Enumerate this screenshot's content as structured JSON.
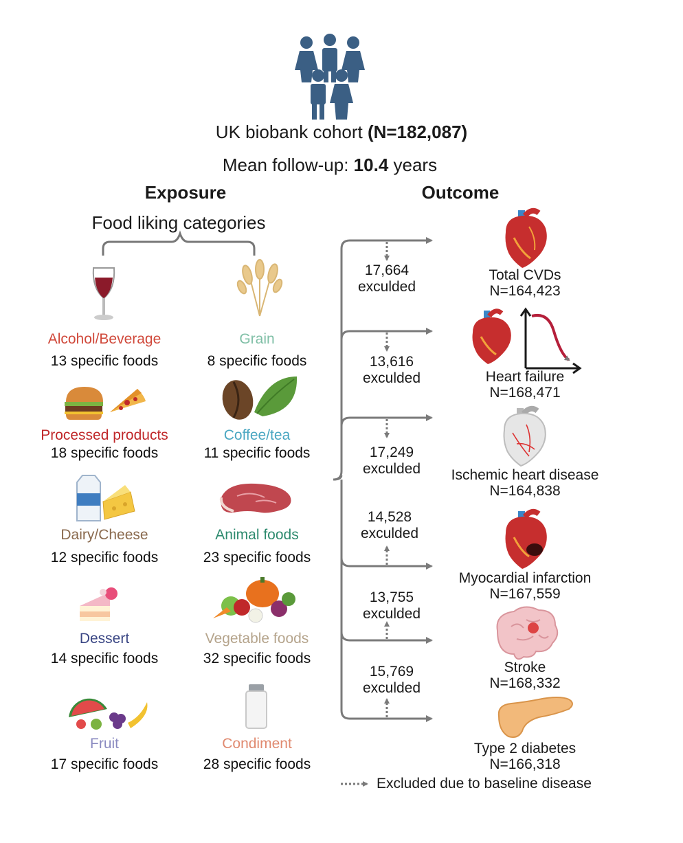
{
  "header": {
    "cohort_label": "UK biobank cohort",
    "cohort_n": "(N=182,087)",
    "followup_label": "Mean follow-up:",
    "followup_value": "10.4",
    "followup_unit": "years"
  },
  "exposure": {
    "title": "Exposure",
    "subtitle": "Food liking categories",
    "categories": [
      {
        "name": "Alcohol/Beverage",
        "count": "13 specific foods",
        "color": "#d0483a",
        "icon": "wine-glass-icon"
      },
      {
        "name": "Grain",
        "count": "8 specific foods",
        "color": "#7fbfa6",
        "icon": "wheat-icon"
      },
      {
        "name": "Processed products",
        "count": "18 specific foods",
        "color": "#c0282a",
        "icon": "burger-pizza-icon"
      },
      {
        "name": "Coffee/tea",
        "count": "11 specific foods",
        "color": "#4aa7c2",
        "icon": "coffee-tea-icon"
      },
      {
        "name": "Dairy/Cheese",
        "count": "12 specific foods",
        "color": "#8a6a4e",
        "icon": "milk-cheese-icon"
      },
      {
        "name": "Animal foods",
        "count": "23 specific foods",
        "color": "#2d8a6e",
        "icon": "steak-icon"
      },
      {
        "name": "Dessert",
        "count": "14 specific foods",
        "color": "#3a4684",
        "icon": "cake-icon"
      },
      {
        "name": "Vegetable foods",
        "count": "32 specific foods",
        "color": "#b5a48c",
        "icon": "vegetables-icon"
      },
      {
        "name": "Fruit",
        "count": "17 specific foods",
        "color": "#8a8ac0",
        "icon": "fruit-icon"
      },
      {
        "name": "Condiment",
        "count": "28 specific foods",
        "color": "#e08a70",
        "icon": "salt-shaker-icon"
      }
    ]
  },
  "outcome": {
    "title": "Outcome",
    "items": [
      {
        "name": "Total CVDs",
        "n": "N=164,423",
        "excluded_n": "17,664",
        "excluded_label": "exculded",
        "icon": "heart-icon"
      },
      {
        "name": "Heart failure",
        "n": "N=168,471",
        "excluded_n": "13,616",
        "excluded_label": "exculded",
        "icon": "heart-failure-icon"
      },
      {
        "name": "Ischemic heart disease",
        "n": "N=164,838",
        "excluded_n": "17,249",
        "excluded_label": "exculded",
        "icon": "ischemic-heart-icon"
      },
      {
        "name": "Myocardial infarction",
        "n": "N=167,559",
        "excluded_n": "14,528",
        "excluded_label": "exculded",
        "icon": "infarct-heart-icon"
      },
      {
        "name": "Stroke",
        "n": "N=168,332",
        "excluded_n": "13,755",
        "excluded_label": "exculded",
        "icon": "brain-icon"
      },
      {
        "name": "Type 2 diabetes",
        "n": "N=166,318",
        "excluded_n": "15,769",
        "excluded_label": "exculded",
        "icon": "pancreas-icon"
      }
    ]
  },
  "legend": {
    "excluded_note": "Excluded due to baseline disease"
  },
  "colors": {
    "people": "#3b5f84",
    "connector": "#7a7a7a",
    "heart_red": "#c62e2e",
    "vessel_blue": "#3a86c8"
  }
}
